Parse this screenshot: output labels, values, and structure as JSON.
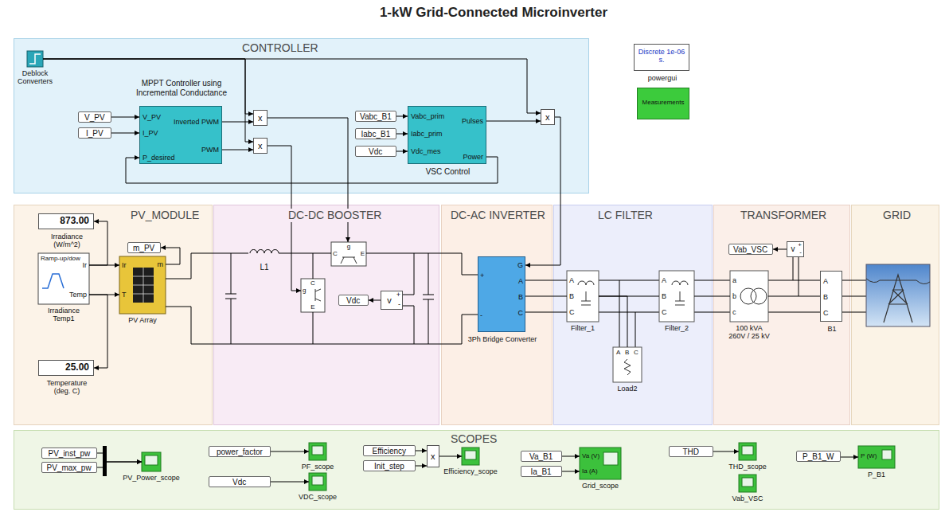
{
  "diagram": {
    "title": "1-kW Grid-Connected Microinverter",
    "nodes": [
      {
        "text": [
          "CONTROLLER"
        ]
      },
      {
        "text": [
          "Deblock Converters"
        ],
        "in": 0
      },
      {
        "text": [
          "MPPT Controller using Incremental Conductance",
          "V_PV",
          "I_PV",
          "P_desired",
          "Inverted PWM",
          "PWM"
        ],
        "in": 0
      },
      {
        "text": [
          "V_PV"
        ],
        "in": 0
      },
      {
        "text": [
          "I_PV"
        ],
        "in": 0
      },
      {
        "text": [
          "x"
        ],
        "in": 0
      },
      {
        "text": [
          "x"
        ],
        "in": 0
      },
      {
        "text": [
          "Vabc_B1"
        ],
        "in": 0
      },
      {
        "text": [
          "Iabc_B1"
        ],
        "in": 0
      },
      {
        "text": [
          "Vdc"
        ],
        "in": 0
      },
      {
        "text": [
          "Vabc_prim",
          "Iabc_prim",
          "Vdc_mes",
          "Pulses",
          "Power",
          "VSC Control"
        ],
        "in": 0
      },
      {
        "text": [
          "x"
        ],
        "in": 0
      },
      {
        "text": [
          "Discrete 1e-06 s.",
          "powergui"
        ]
      },
      {
        "text": [
          "Measurements"
        ]
      },
      {
        "text": [
          "PV_MODULE"
        ]
      },
      {
        "text": [
          "873.00",
          "Irradiance (W/m^2)"
        ],
        "in": 14
      },
      {
        "text": [
          "Ramp-up/dow",
          "Ir",
          "Temp",
          "Irradiance Temp1"
        ],
        "in": 14
      },
      {
        "text": [
          "25.00",
          "Temperature (deg. C)"
        ],
        "in": 14
      },
      {
        "text": [
          "Ir",
          "T",
          "m",
          "PV Array"
        ],
        "in": 14
      },
      {
        "text": [
          "m_PV"
        ],
        "in": 14
      },
      {
        "text": [
          "DC-DC BOOSTER"
        ]
      },
      {
        "text": [
          "L1"
        ],
        "in": 20
      },
      {
        "text": [
          "g",
          "C",
          "E"
        ],
        "in": 20
      },
      {
        "text": [
          "g",
          "C",
          "E"
        ],
        "in": 20
      },
      {
        "text": [
          "v",
          "+",
          "-"
        ],
        "in": 20
      },
      {
        "text": [
          "Vdc"
        ],
        "in": 20
      },
      {
        "text": [
          "DC-AC INVERTER"
        ]
      },
      {
        "text": [
          "G",
          "A",
          "B",
          "C",
          "+",
          "-",
          "3Ph Bridge Converter"
        ],
        "in": 26
      },
      {
        "text": [
          "LC FILTER"
        ]
      },
      {
        "text": [
          "A",
          "B",
          "C",
          "Filter_1"
        ],
        "in": 28
      },
      {
        "text": [
          "A",
          "B",
          "C",
          "Filter_2"
        ],
        "in": 28
      },
      {
        "text": [
          "A",
          "B",
          "C",
          "Load2"
        ],
        "in": 28
      },
      {
        "text": [
          "TRANSFORMER"
        ]
      },
      {
        "text": [
          "a",
          "b",
          "c",
          "100 kVA 260V / 25 kV"
        ],
        "in": 32
      },
      {
        "text": [
          "v",
          "+",
          "-"
        ],
        "in": 32
      },
      {
        "text": [
          "Vab_VSC"
        ],
        "in": 32
      },
      {
        "text": [
          "A",
          "B",
          "C",
          "B1"
        ],
        "in": 32
      },
      {
        "text": [
          "GRID"
        ]
      },
      {
        "text": [
          "SCOPES"
        ]
      },
      {
        "text": [
          "PV_inst_pw"
        ],
        "in": 38
      },
      {
        "text": [
          "PV_max_pw"
        ],
        "in": 38
      },
      {
        "text": [
          "PV_Power_scope"
        ],
        "in": 38
      },
      {
        "text": [
          "power_factor"
        ],
        "in": 38
      },
      {
        "text": [
          "PF_scope"
        ],
        "in": 38
      },
      {
        "text": [
          "Vdc"
        ],
        "in": 38
      },
      {
        "text": [
          "VDC_scope"
        ],
        "in": 38
      },
      {
        "text": [
          "Efficiency"
        ],
        "in": 38
      },
      {
        "text": [
          "Init_step"
        ],
        "in": 38
      },
      {
        "text": [
          "x"
        ],
        "in": 38
      },
      {
        "text": [
          "Efficiency_scope"
        ],
        "in": 38
      },
      {
        "text": [
          "Va_B1"
        ],
        "in": 38
      },
      {
        "text": [
          "Ia_B1"
        ],
        "in": 38
      },
      {
        "text": [
          "Va (V)",
          "Ia (A)",
          "Grid_scope"
        ],
        "in": 38
      },
      {
        "text": [
          "THD"
        ],
        "in": 38
      },
      {
        "text": [
          "THD_scope"
        ],
        "in": 38
      },
      {
        "text": [
          "Vab_VSC"
        ],
        "in": 38
      },
      {
        "text": [
          "P_B1_W"
        ],
        "in": 38
      },
      {
        "text": [
          "P (W)",
          "P_B1"
        ],
        "in": 38
      }
    ],
    "edges": [
      {
        "from": 3,
        "to": 2,
        "arrow": "to"
      },
      {
        "from": 4,
        "to": 2,
        "arrow": "to"
      },
      {
        "from": 2,
        "to": 5,
        "arrow": "to"
      },
      {
        "from": 2,
        "to": 6,
        "arrow": "to"
      },
      {
        "from": 1,
        "to": 5,
        "arrow": "to"
      },
      {
        "from": 1,
        "to": 6,
        "arrow": "to"
      },
      {
        "from": 1,
        "to": 11,
        "arrow": "to"
      },
      {
        "from": 7,
        "to": 10,
        "arrow": "to"
      },
      {
        "from": 8,
        "to": 10,
        "arrow": "to"
      },
      {
        "from": 9,
        "to": 10,
        "arrow": "to"
      },
      {
        "from": 10,
        "to": 11,
        "arrow": "to"
      },
      {
        "from": 10,
        "to": 2,
        "arrow": "to"
      },
      {
        "from": 11,
        "to": 27,
        "arrow": "to"
      },
      {
        "from": 5,
        "to": 23,
        "arrow": "to"
      },
      {
        "from": 6,
        "to": 22,
        "arrow": "to"
      },
      {
        "from": 16,
        "to": 15,
        "arrow": "to"
      },
      {
        "from": 16,
        "to": 18,
        "arrow": "to"
      },
      {
        "from": 16,
        "to": 18,
        "arrow": "to"
      },
      {
        "from": 16,
        "to": 17,
        "arrow": "to"
      },
      {
        "from": 18,
        "to": 19,
        "arrow": "to"
      },
      {
        "from": 24,
        "to": 25,
        "arrow": "to"
      },
      {
        "from": 34,
        "to": 35,
        "arrow": "to"
      },
      {
        "from": 39,
        "to": 41,
        "arrow": "to"
      },
      {
        "from": 40,
        "to": 41,
        "arrow": "to"
      },
      {
        "from": 42,
        "to": 43,
        "arrow": "to"
      },
      {
        "from": 44,
        "to": 45,
        "arrow": "to"
      },
      {
        "from": 46,
        "to": 48,
        "arrow": "to"
      },
      {
        "from": 47,
        "to": 48,
        "arrow": "to"
      },
      {
        "from": 48,
        "to": 49,
        "arrow": "to"
      },
      {
        "from": 50,
        "to": 52,
        "arrow": "to"
      },
      {
        "from": 51,
        "to": 52,
        "arrow": "to"
      },
      {
        "from": 53,
        "to": 54,
        "arrow": "to"
      },
      {
        "from": 56,
        "to": 57,
        "arrow": "to"
      },
      {
        "from": 18,
        "to": 21,
        "arrow": "none"
      },
      {
        "from": 21,
        "to": 23,
        "arrow": "none"
      },
      {
        "from": 23,
        "to": 27,
        "arrow": "none"
      },
      {
        "from": 27,
        "to": 29,
        "arrow": "none"
      },
      {
        "from": 29,
        "to": 30,
        "arrow": "none"
      },
      {
        "from": 29,
        "to": 31,
        "arrow": "none"
      },
      {
        "from": 30,
        "to": 33,
        "arrow": "none"
      },
      {
        "from": 33,
        "to": 36,
        "arrow": "none"
      }
    ]
  }
}
